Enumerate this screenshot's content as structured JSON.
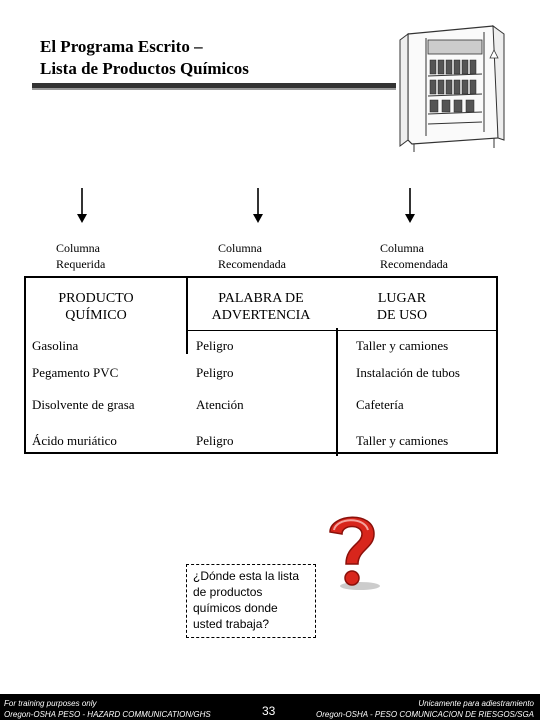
{
  "title": {
    "line1": "El Programa Escrito –",
    "line2": "Lista de Productos Químicos"
  },
  "column_labels": [
    {
      "line1": "Columna",
      "line2": "Requerida"
    },
    {
      "line1": "Columna",
      "line2": "Recomendada"
    },
    {
      "line1": "Columna",
      "line2": "Recomendada"
    }
  ],
  "table": {
    "headers": [
      {
        "line1": "PRODUCTO",
        "line2": "QUÍMICO"
      },
      {
        "line1": "PALABRA DE",
        "line2": "ADVERTENCIA"
      },
      {
        "line1": "LUGAR",
        "line2": "DE USO"
      }
    ],
    "rows": [
      [
        "Gasolina",
        "Peligro",
        "Taller y camiones"
      ],
      [
        "Pegamento PVC",
        "Peligro",
        "Instalación de tubos"
      ],
      [
        "Disolvente de grasa",
        "Atención",
        "Cafetería"
      ],
      [
        "Ácido muriático",
        "Peligro",
        "Taller y camiones"
      ]
    ]
  },
  "callout": {
    "line1": "¿Dónde esta la lista",
    "line2": "de productos",
    "line3": "químicos donde",
    "line4": "usted trabaja?"
  },
  "footer": {
    "left_line1": "For training purposes only",
    "left_line2": "Oregon-OSHA PESO - HAZARD COMMUNICATION/GHS",
    "page_number": "33",
    "right_line1": "Unicamente para adiestramiento",
    "right_line2": "Oregon-OSHA - PESO COMUNICACION DE RIESGOS/SGA"
  },
  "icons": {
    "cabinet": "chemical-cabinet-icon",
    "question": "question-mark-icon",
    "arrow": "arrow-down-icon"
  }
}
